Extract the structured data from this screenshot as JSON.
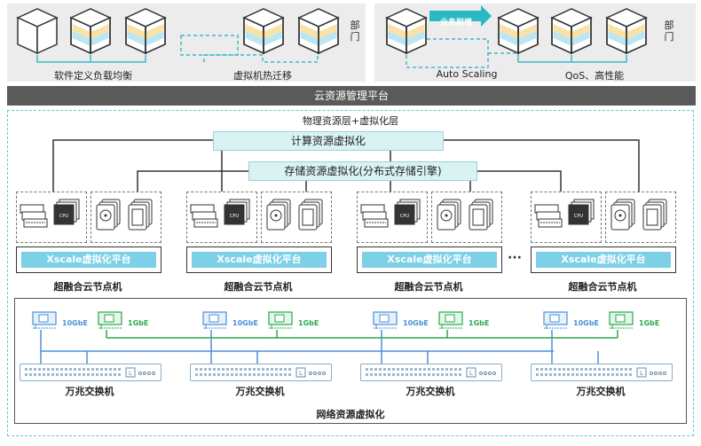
{
  "top": {
    "left_panel": {
      "labels": [
        "软件定义负载均衡",
        "虚拟机热迁移"
      ],
      "dept": [
        "部",
        "门"
      ]
    },
    "right_panel": {
      "labels": [
        "Auto Scaling",
        "QoS、高性能"
      ],
      "arrow_label": "业务剧增",
      "dept": [
        "部",
        "门"
      ]
    }
  },
  "management_bar": "云资源管理平台",
  "physical_layer": {
    "title": "物理资源层+虚拟化层",
    "compute_bar": "计算资源虚拟化",
    "storage_bar": "存储资源虚拟化(分布式存储引擎)",
    "nodes": [
      {
        "platform": "Xscale虚拟化平台",
        "label": "超融合云节点机"
      },
      {
        "platform": "Xscale虚拟化平台",
        "label": "超融合云节点机"
      },
      {
        "platform": "Xscale虚拟化平台",
        "label": "超融合云节点机"
      },
      {
        "platform": "Xscale虚拟化平台",
        "label": "超融合云节点机"
      }
    ],
    "ellipsis": "···",
    "cpu_label": "CPU"
  },
  "network": {
    "nic_10g": "10GbE",
    "nic_1g": "1GbE",
    "switch_label": "万兆交换机",
    "title": "网络资源虚拟化",
    "switch_count": 4
  },
  "colors": {
    "teal": "#3fb9c6",
    "blue_nic": "#4a90d9",
    "green_nic": "#2aa84a",
    "mgmt_bar": "#5a5a5a",
    "xscale_fill": "#7dd0e6"
  }
}
